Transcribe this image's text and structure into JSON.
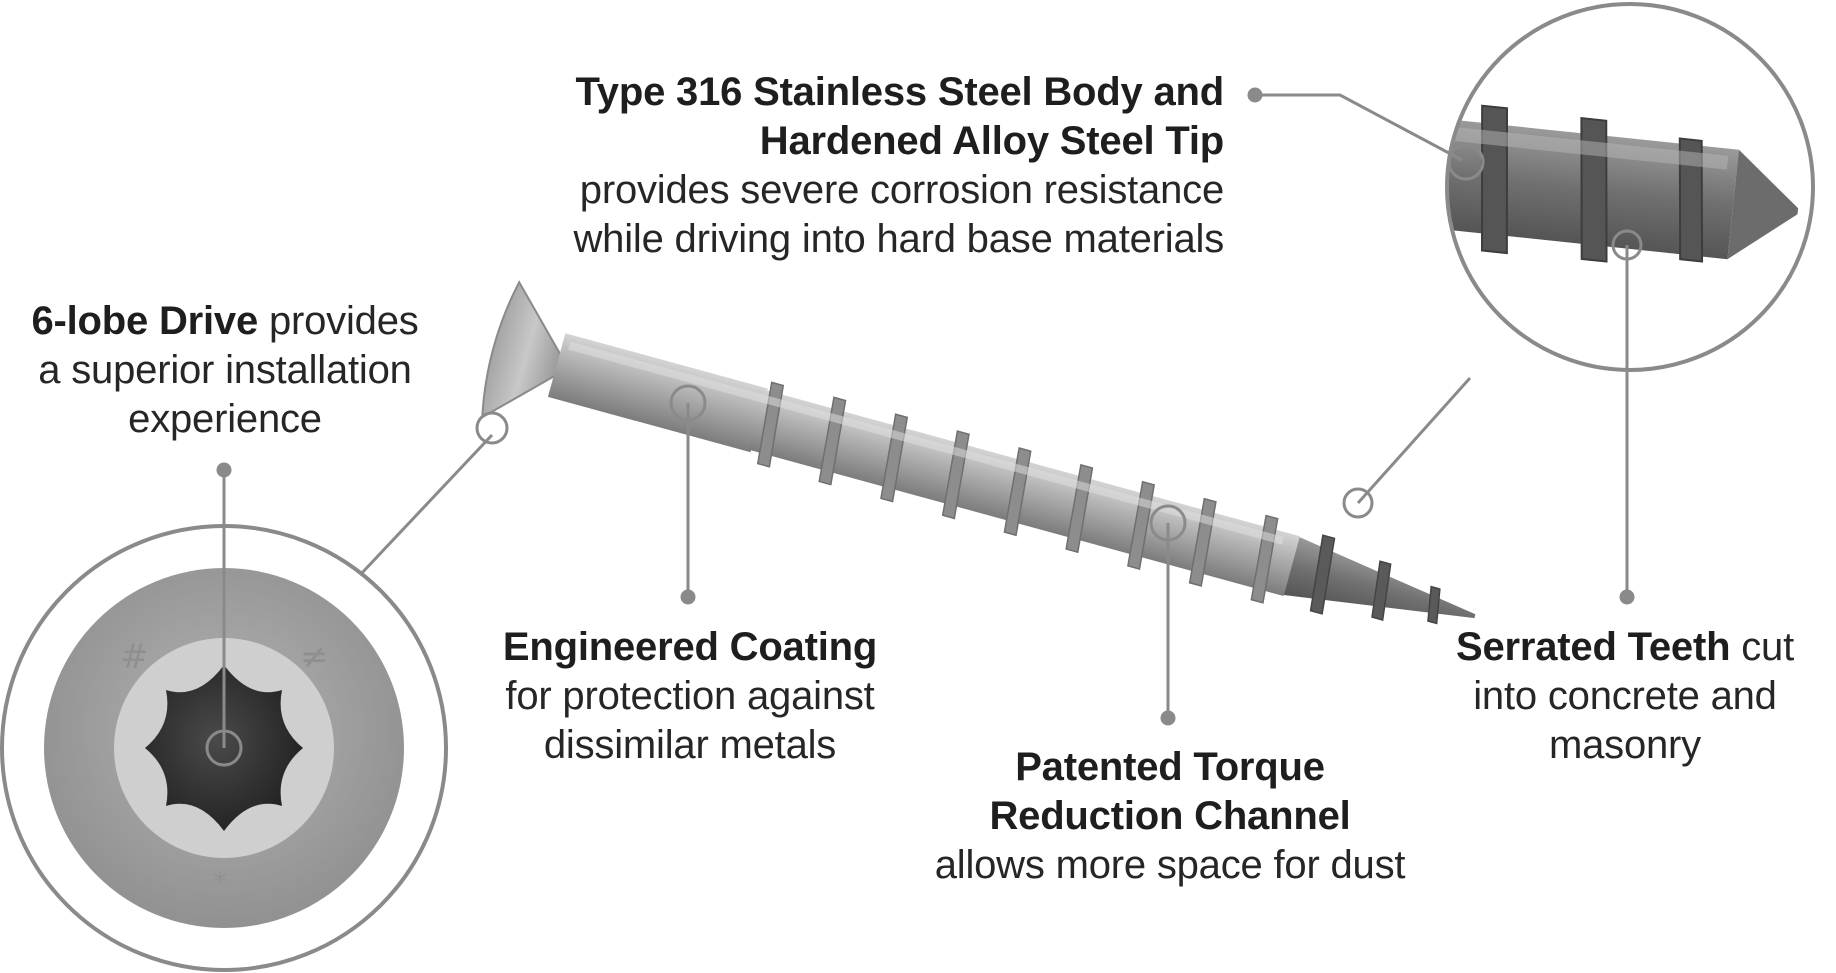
{
  "callouts": {
    "drive": {
      "title": "6-lobe Drive",
      "line1_rest": " provides",
      "line2": "a superior installation",
      "line3": "experience"
    },
    "steel": {
      "title_line1": "Type 316 Stainless Steel Body and",
      "title_line2": "Hardened Alloy Steel Tip",
      "line3": "provides severe corrosion resistance",
      "line4": "while driving into hard base materials"
    },
    "coating": {
      "title": "Engineered Coating",
      "line2": "for protection against",
      "line3": "dissimilar metals"
    },
    "channel": {
      "title_line1": "Patented Torque",
      "title_line2": "Reduction Channel",
      "line3": "allows more space for dust"
    },
    "teeth": {
      "title": "Serrated Teeth",
      "line1_rest": " cut",
      "line2": "into concrete and",
      "line3": "masonry"
    }
  },
  "colors": {
    "leader_line": "#8a8a8a",
    "screw_metal": "#a9a9a9",
    "head_disc": "#9c9c9c",
    "socket": "#2e2e2e"
  }
}
